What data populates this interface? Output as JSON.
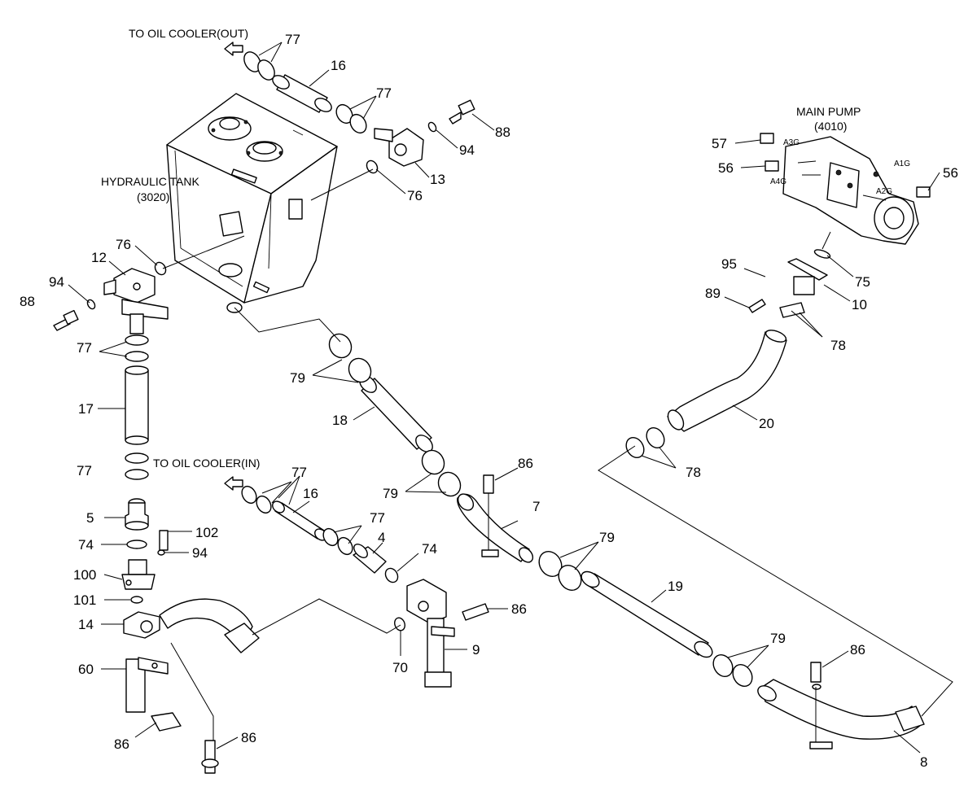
{
  "annotations": {
    "to_oil_cooler_out": "TO OIL COOLER(OUT)",
    "to_oil_cooler_in": "TO OIL COOLER(IN)",
    "hydraulic_tank": "HYDRAULIC TANK",
    "hydraulic_tank_code": "(3020)",
    "main_pump": "MAIN PUMP",
    "main_pump_code": "(4010)"
  },
  "port_labels": {
    "a1g": "A1G",
    "a2g": "A2G",
    "a3g": "A3G",
    "a4g": "A4G"
  },
  "callouts": {
    "c77_top": "77",
    "c16_top": "16",
    "c77_mid": "77",
    "c88_top": "88",
    "c94_top": "94",
    "c13": "13",
    "c76_top": "76",
    "c57": "57",
    "c56_left": "56",
    "c56_right": "56",
    "c12": "12",
    "c76_left": "76",
    "c94_left": "94",
    "c88_left": "88",
    "c77_left": "77",
    "c17": "17",
    "c95": "95",
    "c75": "75",
    "c89": "89",
    "c10": "10",
    "c78_top": "78",
    "c79_a": "79",
    "c18": "18",
    "c20": "20",
    "c77_lower": "77",
    "c79_b": "79",
    "c86_a": "86",
    "c78_mid": "78",
    "c77_in": "77",
    "c16_mid": "16",
    "c77_in2": "77",
    "c5": "5",
    "c102": "102",
    "c7": "7",
    "c4": "4",
    "c74_right": "74",
    "c74_left": "74",
    "c94_low": "94",
    "c79_c": "79",
    "c100": "100",
    "c101": "101",
    "c86_b": "86",
    "c19": "19",
    "c14": "14",
    "c9": "9",
    "c70": "70",
    "c79_d": "79",
    "c86_c": "86",
    "c60": "60",
    "c86_d": "86",
    "c86_e": "86",
    "c8": "8"
  }
}
